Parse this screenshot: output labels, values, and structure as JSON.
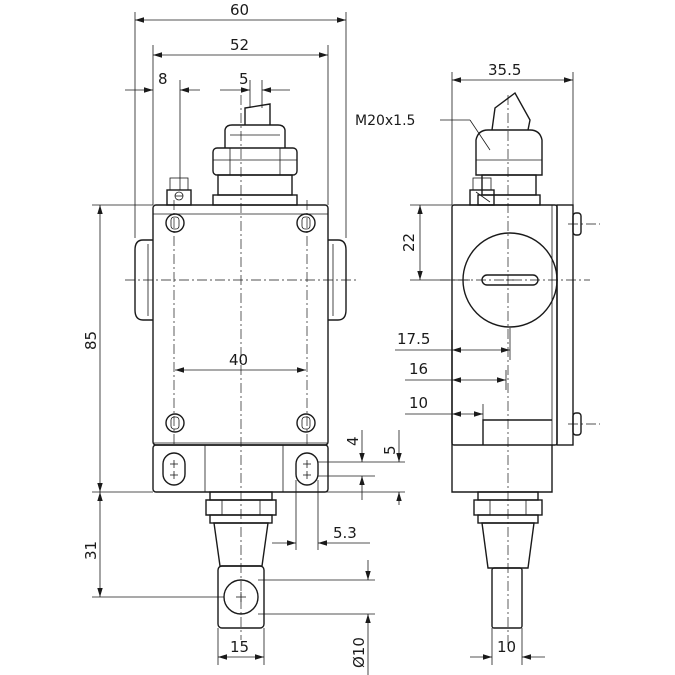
{
  "dimensions": {
    "width_60": "60",
    "width_52": "52",
    "offset_8": "8",
    "shaft_5": "5",
    "thread": "M20x1.5",
    "depth_35_5": "35.5",
    "height_85": "85",
    "offset_22": "22",
    "hole_spacing_40": "40",
    "d_17_5": "17.5",
    "d_16": "16",
    "d_10_side": "10",
    "d_4": "4",
    "d_5": "5",
    "d_5_3": "5.3",
    "d_31": "31",
    "d_15": "15",
    "d_10_bottom": "10",
    "diameter_10": "Ø10"
  }
}
